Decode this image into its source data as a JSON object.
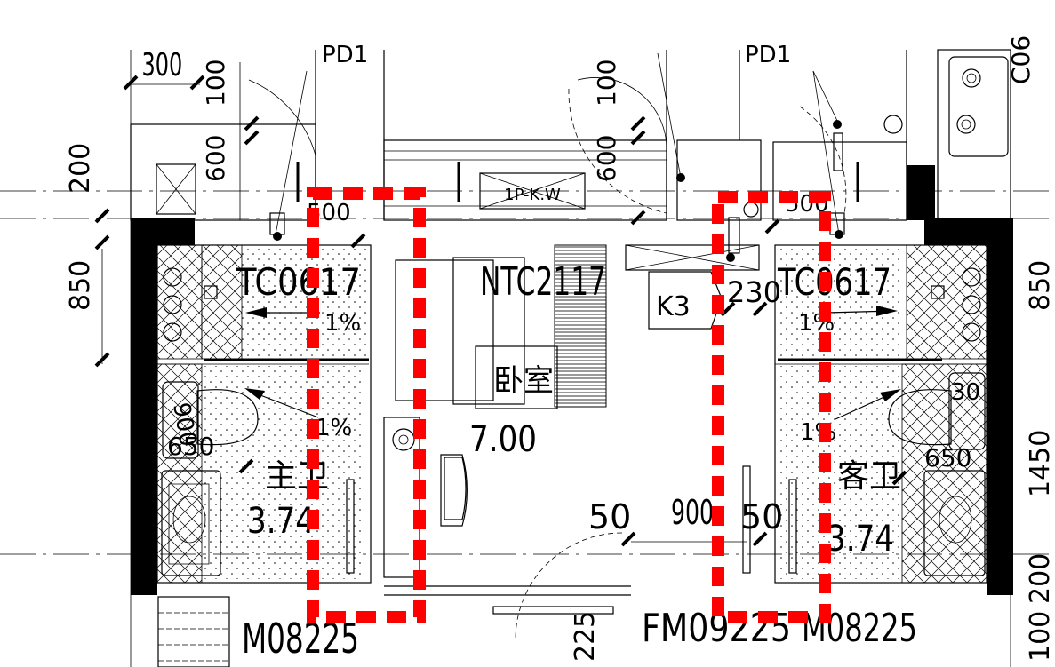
{
  "drawing": {
    "rooms": {
      "master_bath": {
        "name": "主卫",
        "area": "3.74"
      },
      "bedroom": {
        "name": "卧室",
        "area": "7.00"
      },
      "guest_bath": {
        "name": "客卫",
        "area": "3.74"
      }
    },
    "labels": {
      "left_window_code": "TC0617",
      "right_window_code": "TC0617",
      "bedroom_window_code": "NTC2117",
      "ac_box": "1P-K.W",
      "k3": "K3",
      "left_door_code": "M08225",
      "center_door_code": "FM09225",
      "right_door_code": "M08225",
      "pd_left": "PD1",
      "pd_right": "PD1",
      "slope_1": "1%",
      "slope_2": "1%",
      "slope_3": "1%",
      "slope_4": "1%"
    },
    "dimensions": {
      "d300": "300",
      "d100_left": "100",
      "d100_mid": "100",
      "d600_left": "600",
      "d600_mid": "600",
      "d200": "200",
      "d850_left": "850",
      "d850_right": "850",
      "d500_left": "500",
      "d500_right": "500",
      "d230": "230",
      "d900_left": "900",
      "d650": "650",
      "d50_a": "50",
      "d900_mid": "900",
      "d50_b": "50",
      "d1450": "1450",
      "d30": "30",
      "d650_right": "650",
      "d225": "225",
      "d200_right": "200",
      "d100_bottom": "100",
      "c06": "C06"
    },
    "highlight_color": "#ff0000"
  }
}
